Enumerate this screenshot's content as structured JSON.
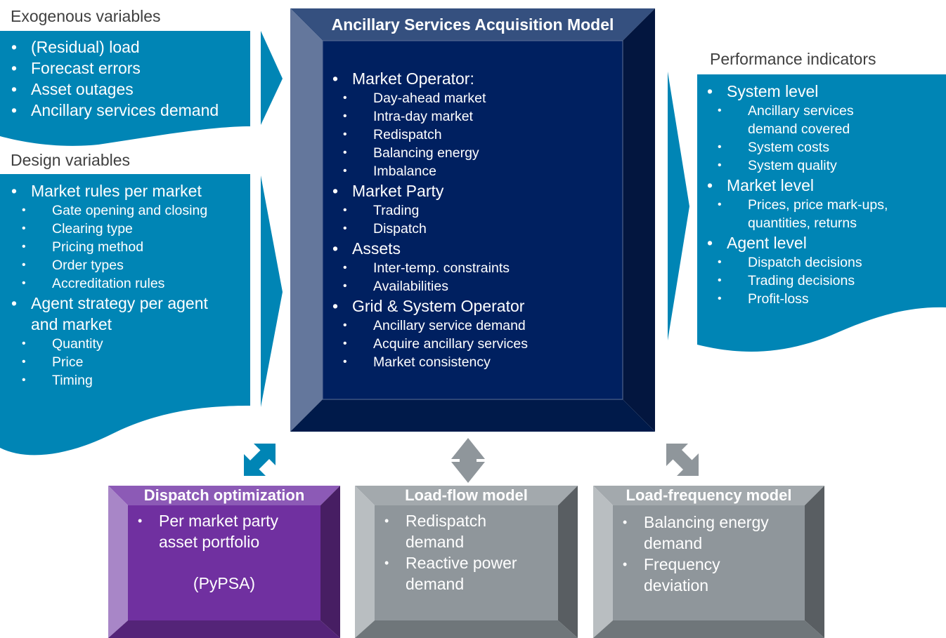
{
  "colors": {
    "teal": "#0085b5",
    "navy": "#002060",
    "purple": "#7030a0",
    "gray": "#8f969b",
    "title_text": "#404040"
  },
  "exogenous": {
    "title": "Exogenous variables",
    "items": [
      "(Residual) load",
      "Forecast errors",
      "Asset outages",
      "Ancillary services demand"
    ]
  },
  "design": {
    "title": "Design variables",
    "groups": [
      {
        "label": "Market rules per market",
        "subitems": [
          "Gate opening and closing",
          "Clearing type",
          "Pricing method",
          "Order types",
          "Accreditation rules"
        ]
      },
      {
        "label": "Agent strategy per agent and market",
        "subitems": [
          "Quantity",
          "Price",
          "Timing"
        ]
      }
    ]
  },
  "central": {
    "title": "Ancillary Services Acquisition Model",
    "groups": [
      {
        "label": "Market Operator:",
        "subitems": [
          "Day-ahead market",
          "Intra-day market",
          "Redispatch",
          "Balancing energy",
          "Imbalance"
        ]
      },
      {
        "label": "Market Party",
        "subitems": [
          "Trading",
          "Dispatch"
        ]
      },
      {
        "label": "Assets",
        "subitems": [
          "Inter-temp. constraints",
          "Availabilities"
        ]
      },
      {
        "label": "Grid & System Operator",
        "subitems": [
          "Ancillary service demand",
          "Acquire ancillary services",
          "Market consistency"
        ]
      }
    ]
  },
  "performance": {
    "title": "Performance indicators",
    "groups": [
      {
        "label": "System level",
        "subitems": [
          "Ancillary services demand covered",
          "System costs",
          "System quality"
        ]
      },
      {
        "label": "Market level",
        "subitems": [
          "Prices, price mark-ups, quantities, returns"
        ]
      },
      {
        "label": "Agent level",
        "subitems": [
          "Dispatch decisions",
          "Trading decisions",
          "Profit-loss"
        ]
      }
    ]
  },
  "submodels": [
    {
      "title": "Dispatch optimization",
      "items": [
        "Per market party asset portfolio"
      ],
      "note": "(PyPSA)"
    },
    {
      "title": "Load-flow model",
      "items": [
        "Redispatch demand",
        "Reactive power demand"
      ]
    },
    {
      "title": "Load-frequency model",
      "items": [
        "Balancing energy demand",
        "Frequency deviation"
      ]
    }
  ],
  "icons": {
    "left_connector": "diagonal-double-arrow-icon",
    "center_connector": "vertical-double-arrow-icon",
    "right_connector": "diagonal-double-arrow-icon"
  }
}
